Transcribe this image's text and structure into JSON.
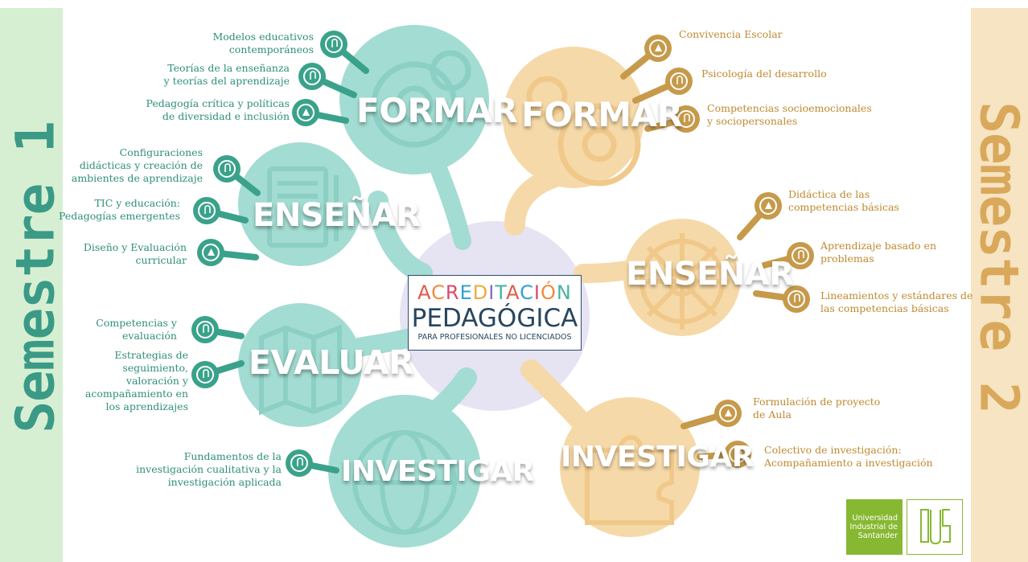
{
  "side_labels": {
    "left": "Semestre 1",
    "right": "Semestre 2"
  },
  "center": {
    "line1_letters": [
      "A",
      "C",
      "R",
      "E",
      "D",
      "I",
      "T",
      "A",
      "C",
      "I",
      "Ó",
      "N"
    ],
    "line2": "PEDAGÓGICA",
    "line3": "PARA PROFESIONALES NO LICENCIADOS"
  },
  "colors": {
    "teal_circle": "#a3dcd2",
    "teal_dark": "#3aa28a",
    "teal_text": "#2f8f79",
    "gold_circle": "#f6d9a8",
    "gold_dark": "#c69a4a",
    "gold_text": "#c08a30",
    "hub": "#e6e3f3",
    "uis_green": "#87b832",
    "logo_letters": [
      "#e05a48",
      "#f08a3c",
      "#d94b6a",
      "#33a0d4",
      "#f0a93a",
      "#8a6cc0",
      "#4bb3a0",
      "#e05a48",
      "#33a0d4",
      "#d94b6a",
      "#f08a3c",
      "#4bb3a0"
    ]
  },
  "semestre1": {
    "formar": {
      "title": "FORMAR",
      "topics": [
        "Modelos educativos\ncontemporáneos",
        "Teorías de la enseñanza\ny teorías del aprendizaje",
        "Pedagogía crítica y políticas\nde diversidad e inclusión"
      ]
    },
    "ensenar": {
      "title": "ENSEÑAR",
      "topics": [
        "Configuraciones\ndidácticas y creación de\nambientes de aprendizaje",
        "TIC y educación:\nPedagogías emergentes",
        "Diseño y Evaluación\ncurricular"
      ]
    },
    "evaluar": {
      "title": "EVALUAR",
      "topics": [
        "Competencias y\nevaluación",
        "Estrategias de\nseguimiento,\nvaloración y\nacompañamiento en\nlos aprendizajes"
      ]
    },
    "investigar": {
      "title": "INVESTIGAR",
      "topics": [
        "Fundamentos de la\ninvestigación cualitativa y la\ninvestigación aplicada"
      ]
    }
  },
  "semestre2": {
    "formar": {
      "title": "FORMAR",
      "topics": [
        "Convivencia Escolar",
        "Psicología del desarrollo",
        "Competencias socioemocionales\ny sociopersonales"
      ]
    },
    "ensenar": {
      "title": "ENSEÑAR",
      "topics": [
        "Didáctica de las\ncompetencias básicas",
        "Aprendizaje basado en\nproblemas",
        "Lineamientos y estándares de\nlas competencias básicas"
      ]
    },
    "investigar": {
      "title": "INVESTIGAR",
      "topics": [
        "Formulación de proyecto\nde Aula",
        "Colectivo de investigación:\nAcompañamiento a investigación"
      ]
    }
  },
  "university": {
    "name": "Universidad\nIndustrial de\nSantander",
    "logo_glyph": "UIS"
  },
  "icons": {
    "clip": "paperclip-icon",
    "play": "play-icon",
    "gear": "gear-icon",
    "book": "book-icon",
    "map": "map-icon",
    "globe": "globe-icon",
    "wheel": "ship-wheel-icon",
    "puzzle": "puzzle-icon"
  }
}
